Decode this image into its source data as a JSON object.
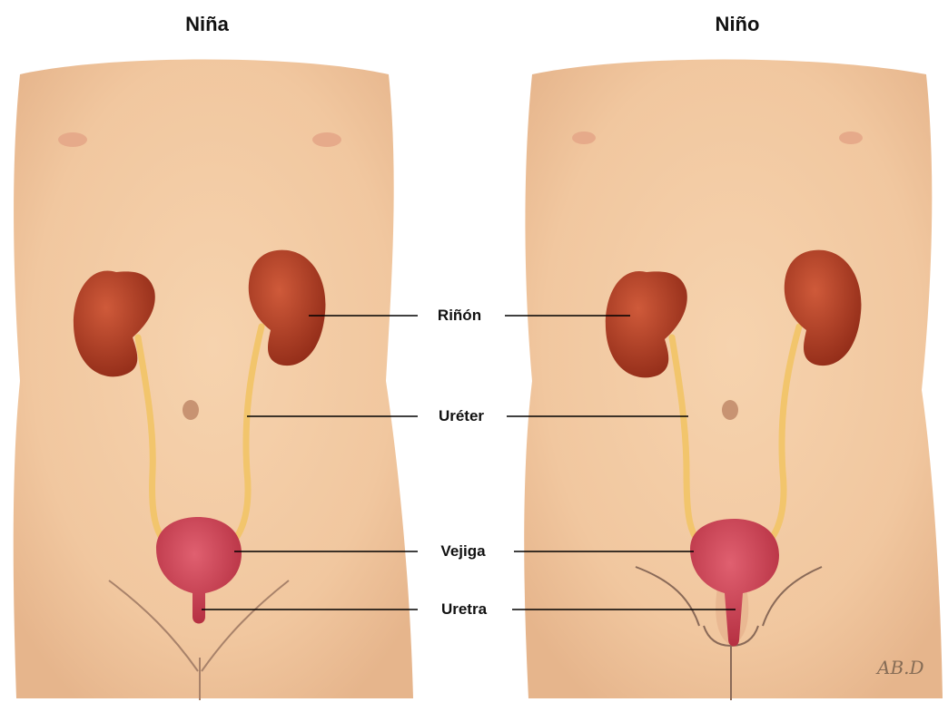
{
  "titles": {
    "girl": "Niña",
    "boy": "Niño"
  },
  "labels": {
    "kidney": "Riñón",
    "ureter": "Uréter",
    "bladder": "Vejiga",
    "urethra": "Uretra"
  },
  "colors": {
    "skin": "#f2caa3",
    "skin_shadow": "#e0ae86",
    "kidney": "#b03a22",
    "ureter": "#f2c56c",
    "bladder": "#c93b4c",
    "leader_line": "#000000"
  },
  "signature": "AB.D"
}
